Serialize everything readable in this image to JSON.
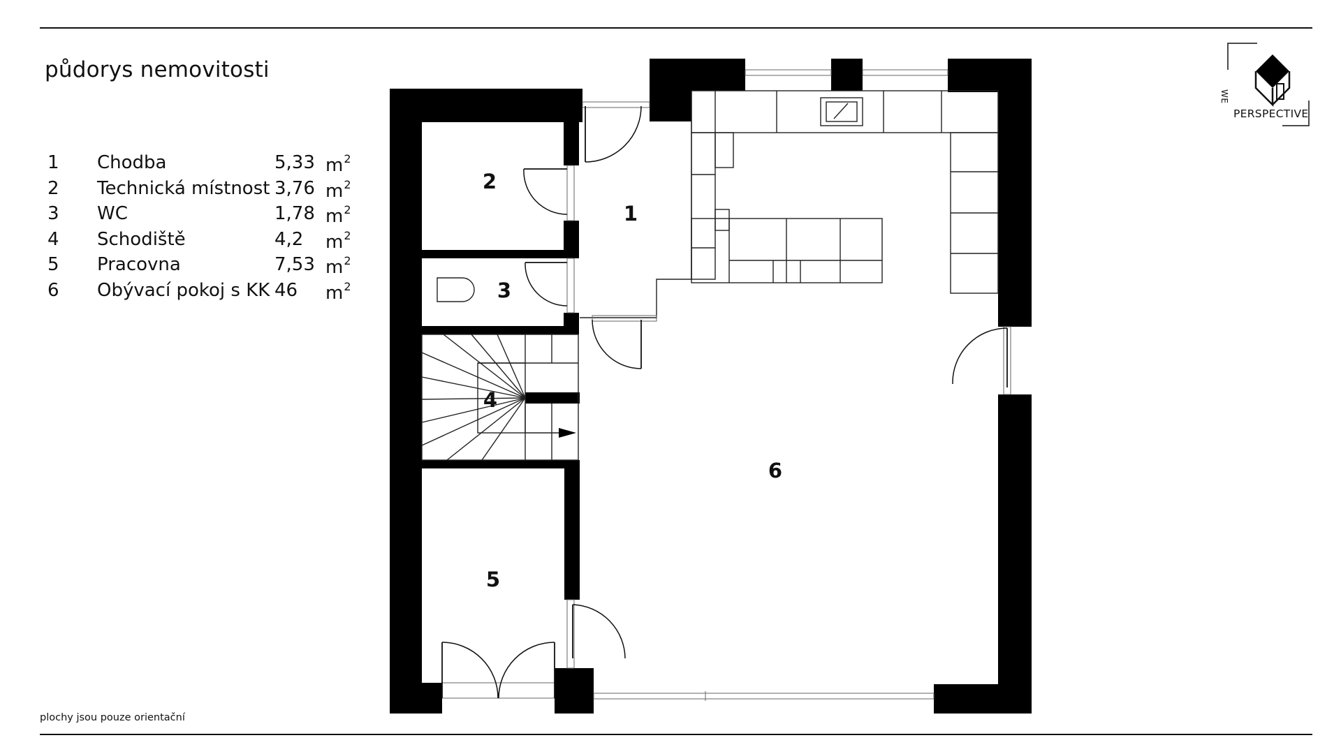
{
  "title": "půdorys nemovitosti",
  "rooms": [
    {
      "number": "1",
      "name": "Chodba",
      "area": "5,33",
      "unit": "m",
      "unit_sup": "2"
    },
    {
      "number": "2",
      "name": "Technická místnost",
      "area": "3,76",
      "unit": "m",
      "unit_sup": "2"
    },
    {
      "number": "3",
      "name": "WC",
      "area": "1,78",
      "unit": "m",
      "unit_sup": "2"
    },
    {
      "number": "4",
      "name": "Schodiště",
      "area": "4,2",
      "unit": "m",
      "unit_sup": "2"
    },
    {
      "number": "5",
      "name": "Pracovna",
      "area": "7,53",
      "unit": "m",
      "unit_sup": "2"
    },
    {
      "number": "6",
      "name": "Obývací pokoj s KK",
      "area": "46",
      "unit": "m",
      "unit_sup": "2"
    }
  ],
  "disclaimer": "plochy jsou pouze orientační",
  "logo": {
    "line1": "WE",
    "line2": "PERSPECTIVE",
    "icon": "house-cube-icon"
  },
  "colors": {
    "wall": "#000000",
    "background": "#ffffff",
    "line": "#222222"
  }
}
